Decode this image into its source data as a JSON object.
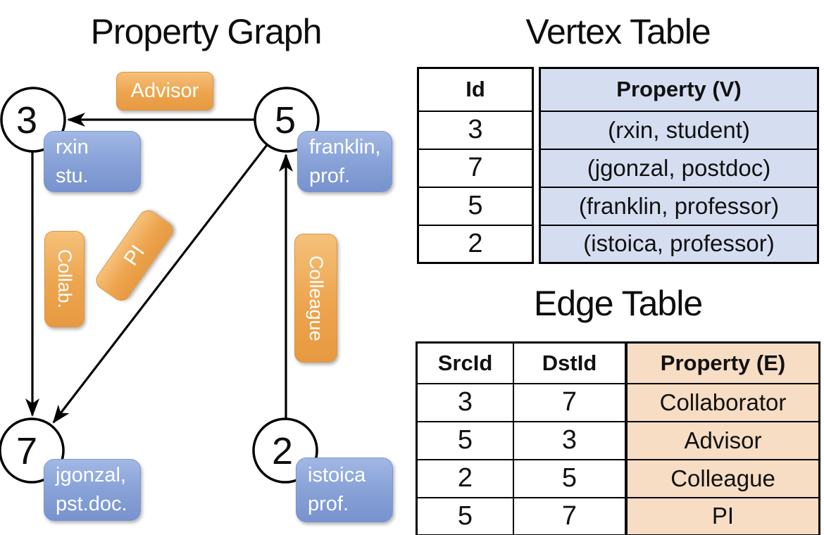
{
  "graph": {
    "title": "Property Graph",
    "nodes": [
      {
        "id": "3",
        "property_line1": "rxin",
        "property_line2": "stu."
      },
      {
        "id": "5",
        "property_line1": "franklin,",
        "property_line2": "prof."
      },
      {
        "id": "7",
        "property_line1": "jgonzal,",
        "property_line2": "pst.doc."
      },
      {
        "id": "2",
        "property_line1": "istoica",
        "property_line2": "prof."
      }
    ],
    "edges": [
      {
        "src": "5",
        "dst": "3",
        "label": "Advisor"
      },
      {
        "src": "3",
        "dst": "7",
        "label": "Collab."
      },
      {
        "src": "5",
        "dst": "7",
        "label": "PI"
      },
      {
        "src": "2",
        "dst": "5",
        "label": "Colleague"
      }
    ]
  },
  "vertex_table": {
    "title": "Vertex Table",
    "columns": {
      "id": "Id",
      "property": "Property (V)"
    },
    "rows": [
      {
        "id": "3",
        "property": "(rxin, student)"
      },
      {
        "id": "7",
        "property": "(jgonzal, postdoc)"
      },
      {
        "id": "5",
        "property": "(franklin, professor)"
      },
      {
        "id": "2",
        "property": "(istoica, professor)"
      }
    ]
  },
  "edge_table": {
    "title": "Edge Table",
    "columns": {
      "src": "SrcId",
      "dst": "DstId",
      "property": "Property (E)"
    },
    "rows": [
      {
        "src": "3",
        "dst": "7",
        "property": "Collaborator"
      },
      {
        "src": "5",
        "dst": "3",
        "property": "Advisor"
      },
      {
        "src": "2",
        "dst": "5",
        "property": "Colleague"
      },
      {
        "src": "5",
        "dst": "7",
        "property": "PI"
      }
    ]
  },
  "colors": {
    "edge_label_orange": "#eda44e",
    "vertex_label_blue": "#8aa4d9",
    "vertex_property_fill": "#d5def1",
    "edge_property_fill": "#f6ddc3",
    "line_color": "#000000"
  }
}
